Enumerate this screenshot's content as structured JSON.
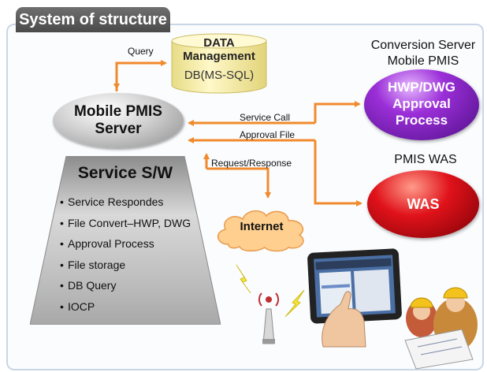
{
  "title": "System of structure",
  "database": {
    "line1": "DATA",
    "line2": "Management",
    "line3": "DB(MS-SQL)"
  },
  "server": {
    "line1": "Mobile PMIS",
    "line2": "Server"
  },
  "service": {
    "title": "Service S/W",
    "items": [
      "Service Respondes",
      "File Convert–HWP, DWG",
      "Approval Process",
      "File storage",
      "DB Query",
      "IOCP"
    ]
  },
  "conversion": {
    "label_line1": "Conversion Server",
    "label_line2": "Mobile PMIS",
    "ellipse_line1": "HWP/DWG",
    "ellipse_line2": "Approval",
    "ellipse_line3": "Process"
  },
  "was": {
    "label": "PMIS WAS",
    "ellipse": "WAS"
  },
  "internet": "Internet",
  "arrows": {
    "query": "Query",
    "service_call": "Service Call",
    "approval_file": "Approval File",
    "request_response": "Request/Response"
  },
  "colors": {
    "arrow": "#f08a2c",
    "title_tab": "#5a5a5a",
    "db_fill": "#fbf2b0",
    "cloud_fill": "#ffcf8f",
    "conversion": "#8e2bd0",
    "was": "#d8121a"
  },
  "bullet": "•",
  "illustration": {
    "tablet_icon": "tablet-icon",
    "workers_icon": "construction-workers-icon",
    "antenna_icon": "antenna-icon",
    "lightning_icon": "lightning-icon"
  }
}
